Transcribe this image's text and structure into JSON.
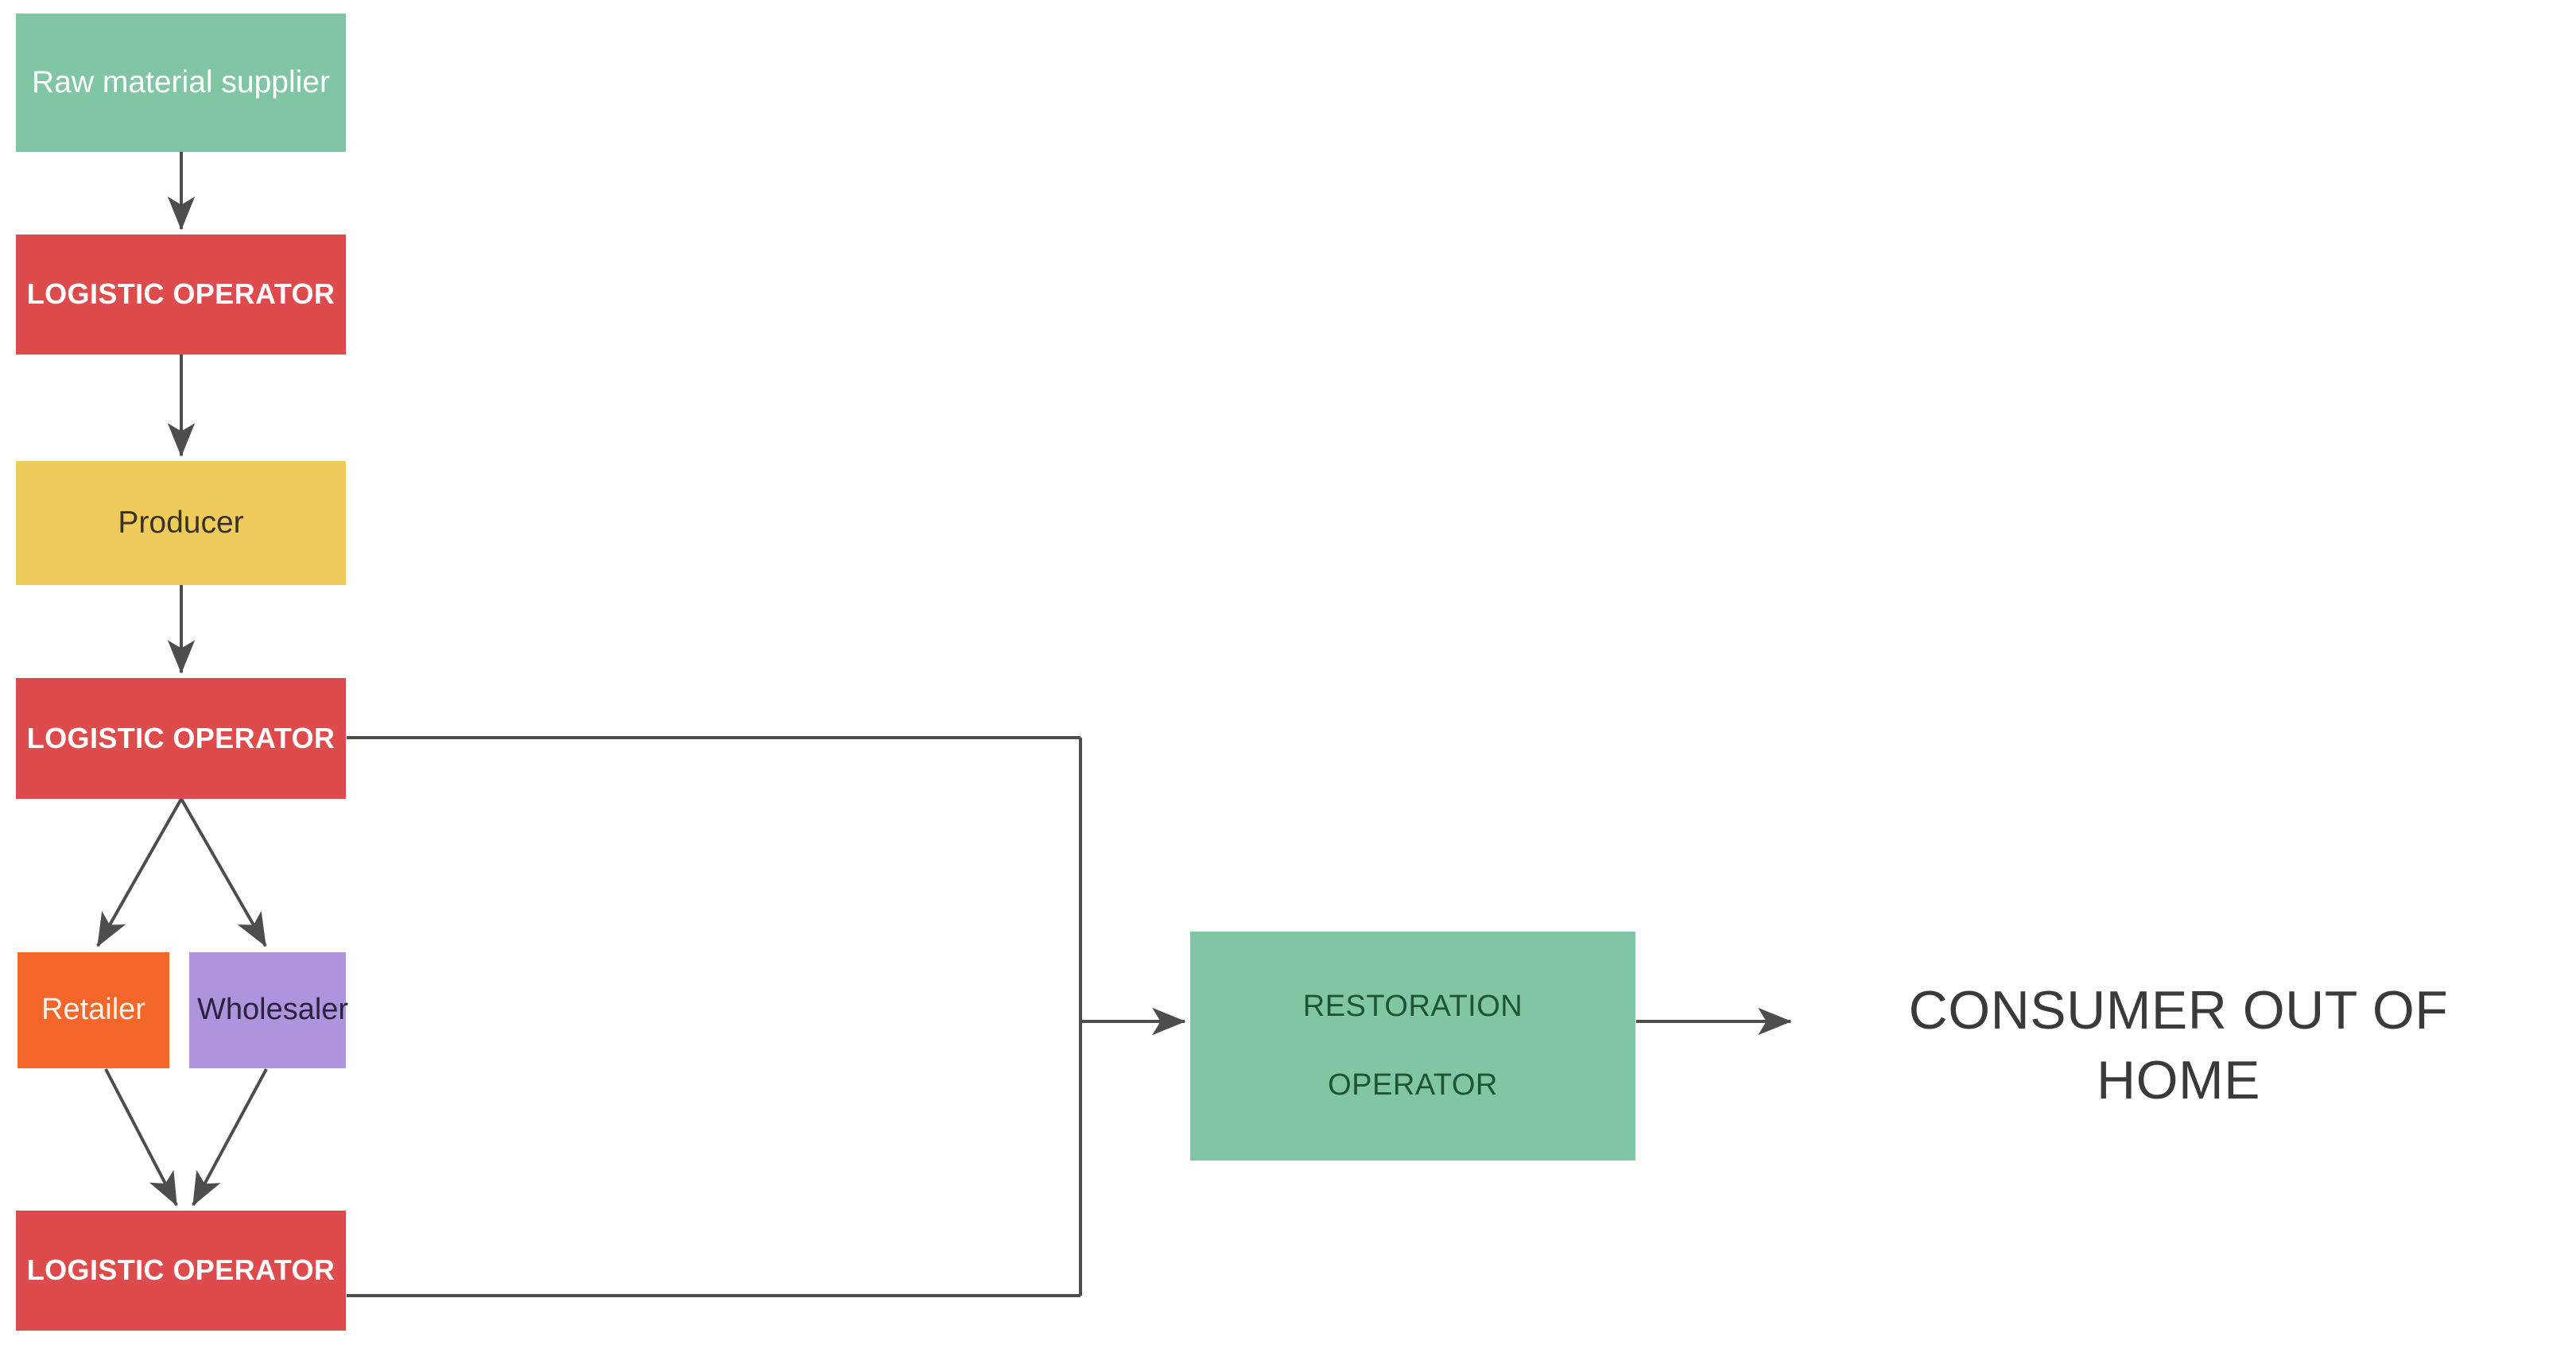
{
  "diagram": {
    "title": "Out-of-home food supply chain flow",
    "background_color": "#FFFFFF",
    "edge_color": "#4D4D4D",
    "nodes": [
      {
        "id": "raw-material-supplier",
        "label": "Raw material supplier",
        "fill": "#80C6A5",
        "text_color": "#FFFFFF",
        "shape": "rectangle"
      },
      {
        "id": "logistic-operator-1",
        "label": "LOGISTIC OPERATOR",
        "fill": "#DE4B4C",
        "text_color": "#FFFFFF",
        "shape": "rectangle"
      },
      {
        "id": "producer",
        "label": "Producer",
        "fill": "#EFCB5C",
        "text_color": "#3A3226",
        "shape": "rectangle"
      },
      {
        "id": "logistic-operator-2",
        "label": "LOGISTIC OPERATOR",
        "fill": "#DE4B4C",
        "text_color": "#FFFFFF",
        "shape": "rectangle"
      },
      {
        "id": "retailer",
        "label": "Retailer",
        "fill": "#F5662A",
        "text_color": "#FFF4EC",
        "shape": "rectangle"
      },
      {
        "id": "wholesaler",
        "label": "Wholesaler",
        "fill": "#AE94DC",
        "text_color": "#2A2340",
        "shape": "rectangle"
      },
      {
        "id": "logistic-operator-3",
        "label": "LOGISTIC OPERATOR",
        "fill": "#DE4B4C",
        "text_color": "#FFFFFF",
        "shape": "rectangle"
      },
      {
        "id": "restoration-operator",
        "label": "RESTORATION OPERATOR",
        "label_line_1": "RESTORATION",
        "label_line_2": "OPERATOR",
        "fill": "#80C6A5",
        "text_color": "#1E5434",
        "shape": "rectangle"
      },
      {
        "id": "consumer-out-of-home",
        "label": "CONSUMER OUT OF HOME",
        "label_line_1": "CONSUMER OUT OF",
        "label_line_2": "HOME",
        "fill": "none",
        "text_color": "#3A3A3A",
        "shape": "text"
      }
    ],
    "edges": [
      {
        "id": "e1",
        "from": "raw-material-supplier",
        "to": "logistic-operator-1",
        "style": "straight-arrow"
      },
      {
        "id": "e2",
        "from": "logistic-operator-1",
        "to": "producer",
        "style": "straight-arrow"
      },
      {
        "id": "e3",
        "from": "producer",
        "to": "logistic-operator-2",
        "style": "straight-arrow"
      },
      {
        "id": "e4",
        "from": "logistic-operator-2",
        "to": "retailer",
        "style": "diagonal-arrow"
      },
      {
        "id": "e5",
        "from": "logistic-operator-2",
        "to": "wholesaler",
        "style": "diagonal-arrow"
      },
      {
        "id": "e6",
        "from": "retailer",
        "to": "logistic-operator-3",
        "style": "diagonal-arrow"
      },
      {
        "id": "e7",
        "from": "wholesaler",
        "to": "logistic-operator-3",
        "style": "diagonal-arrow"
      },
      {
        "id": "e8",
        "from": "logistic-operator-2",
        "to": "restoration-operator",
        "style": "orthogonal-line"
      },
      {
        "id": "e9",
        "from": "logistic-operator-3",
        "to": "restoration-operator",
        "style": "orthogonal-line"
      },
      {
        "id": "e10",
        "from": "restoration-operator",
        "to": "consumer-out-of-home",
        "style": "straight-arrow"
      }
    ]
  }
}
